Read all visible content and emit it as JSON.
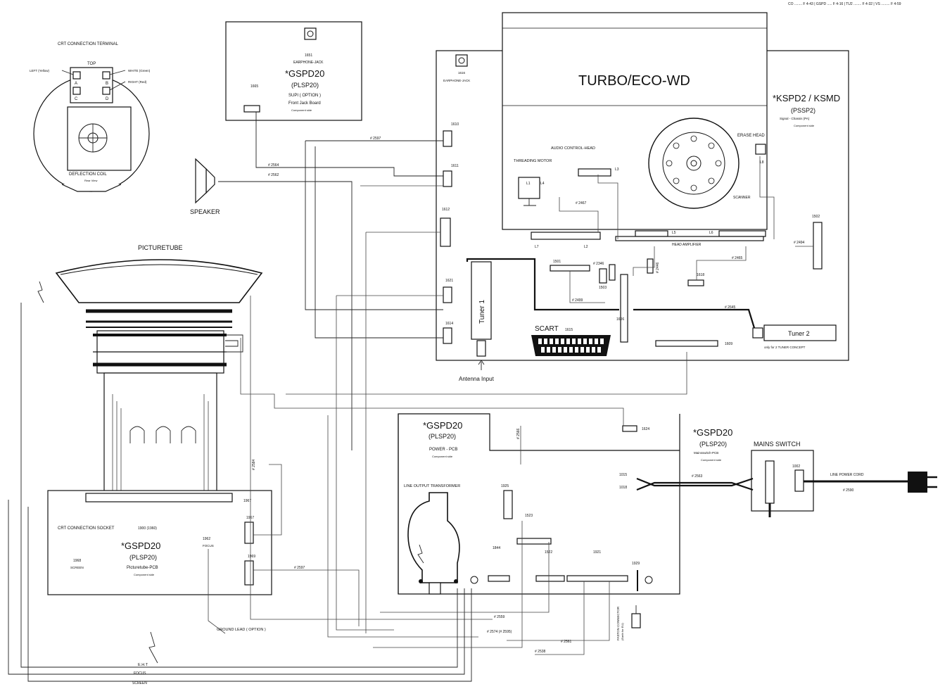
{
  "header_ref": "CO ........ F 4-43 | GSPD ..... F 4-16 | TU2 ........ F 4-32 | VS ......... F 4-59",
  "crt_terminal": {
    "title": "CRT CONNECTION TERMINAL",
    "top": "TOP",
    "pin_a": "A",
    "pin_b": "B",
    "pin_c": "C",
    "pin_d": "D",
    "label_left": "LEFT (Yellow)",
    "label_right_top": "WHITE (Green)",
    "label_right_bottom": "RIGHT (Red)",
    "coil": "DEFLECTION COIL",
    "coil_sub": "Rear View"
  },
  "earphone": {
    "ref": "1651",
    "title": "EARPHONE-JACK",
    "board": "*GSPD20",
    "board_sub": "(PLSP20)",
    "option": "SUPI ( OPTION )",
    "desc": "Front Jack Board",
    "comp": "Component side",
    "conn": "1665"
  },
  "speaker": "SPEAKER",
  "picturetube": "PICTURETUBE",
  "deck": {
    "title": "TURBO/ECO-WD",
    "board": "*KSPD2 / KSMD",
    "board_sub": "(PSSP2)",
    "desc": "Signal - Chassis (PA)",
    "comp": "Component side",
    "earphone_jack": "EARPHONE-JACK",
    "jack_ref": "1616",
    "threading_motor": "THREADING MOTOR",
    "audio_head": "AUDIO CONTROL-HEAD",
    "erase_head": "ERASE HEAD",
    "scanner": "SCANNER",
    "head_amp": "HEAD AMPLIFIER",
    "scart": "SCART",
    "scart_ref": "1615",
    "tuner1": "Tuner 1",
    "tuner2": "Tuner 2",
    "tuner2_sub": "only for 2 TUNER CONCEPT",
    "antenna": "Antenna Input",
    "l1": "L1",
    "l2": "L2",
    "l3": "L3",
    "l4": "L4",
    "l5": "L5",
    "l6": "L6",
    "l7": "L7",
    "l8": "L8"
  },
  "connectors": {
    "c1610": "1610",
    "c1611": "1611",
    "c1612": "1612",
    "c1621": "1621",
    "c1614": "1614",
    "c1501": "1501",
    "c1503": "1503",
    "c1502": "1502",
    "c1609": "1609",
    "c1618": "1618",
    "c1606": "1606"
  },
  "wires": {
    "w2597": "# 2597",
    "w2564": "# 2564",
    "w2562": "# 2562",
    "w2467": "# 2467",
    "w2494": "# 2494",
    "w2446": "# 2446",
    "w2465": "# 2465",
    "w2499": "# 2499",
    "w2346": "# 2346",
    "w2645": "# 2645",
    "w2563": "# 2563",
    "w2584b": "# 2584",
    "w2597b": "# 2597",
    "w2559": "# 2559",
    "w2574": "# 2574 (# 2595)",
    "w2561": "# 2561",
    "w2538": "# 2538",
    "w2566": "# 2566",
    "w2590": "# 2590"
  },
  "power": {
    "board": "*GSPD20",
    "board_sub": "(PLSP20)",
    "desc": "POWER - PCB",
    "comp": "Component side",
    "lot": "LINE OUTPUT TRANSFORMER",
    "c1624": "1624",
    "c1925": "1925",
    "c1523": "1523",
    "c1844": "1844",
    "c1522": "1522",
    "c1921": "1921",
    "c1929": "1929",
    "c1015": "1015",
    "c1018": "1018"
  },
  "mains": {
    "board": "*GSPD20",
    "board_sub": "(PLSP20)",
    "desc": "Mainsswitch-PCB",
    "comp": "Component side",
    "switch": "MAINS SWITCH",
    "ref": "1002",
    "cord": "LINE POWER CORD"
  },
  "crt_pcb": {
    "socket": "CRT CONNECTION SOCKET",
    "board": "*GSPD20",
    "board_sub": "(PLSP20)",
    "desc": "Picturetube-PCB",
    "comp": "Component side",
    "ref": "1900 (1960)",
    "c1967": "1967",
    "c1969": "1969",
    "c1968": "1968",
    "screen": "SCREEN",
    "c1962": "1962",
    "focus": "FOCUS"
  },
  "ground": "GROUND LEAD ( OPTION )",
  "eht": "E.H.T",
  "focus_bottom": "FOCUS",
  "screen_bottom": "SCREEN",
  "faston": "FASTON CONNECTOR",
  "faston_sub": "(Earth for EU)"
}
